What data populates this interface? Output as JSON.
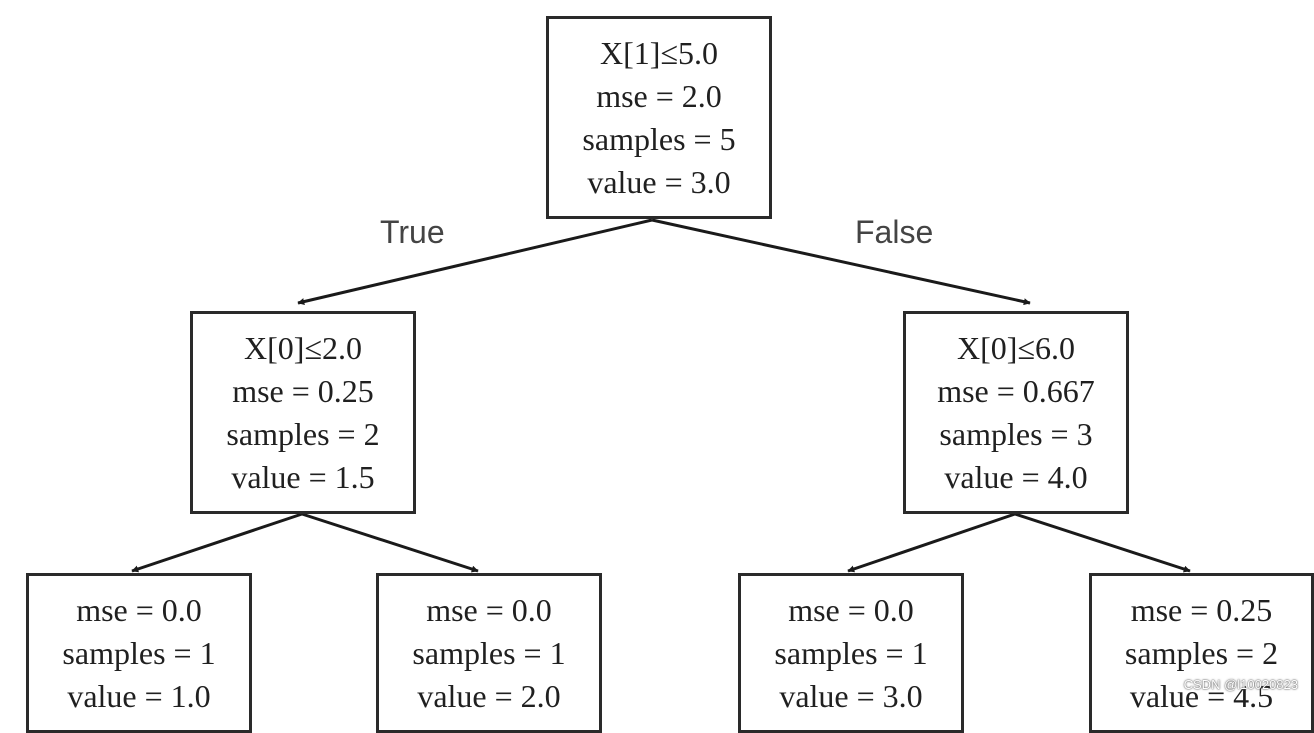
{
  "tree": {
    "root": {
      "lines": [
        "X[1]≤5.0",
        "mse = 2.0",
        "samples = 5",
        "value = 3.0"
      ]
    },
    "edge_labels": {
      "true": "True",
      "false": "False"
    },
    "left": {
      "lines": [
        "X[0]≤2.0",
        "mse = 0.25",
        "samples = 2",
        "value = 1.5"
      ]
    },
    "right": {
      "lines": [
        "X[0]≤6.0",
        "mse = 0.667",
        "samples = 3",
        "value = 4.0"
      ]
    },
    "leaf_ll": {
      "lines": [
        "mse = 0.0",
        "samples = 1",
        "value = 1.0"
      ]
    },
    "leaf_lr": {
      "lines": [
        "mse = 0.0",
        "samples = 1",
        "value = 2.0"
      ]
    },
    "leaf_rl": {
      "lines": [
        "mse = 0.0",
        "samples = 1",
        "value = 3.0"
      ]
    },
    "leaf_rr": {
      "lines": [
        "mse = 0.25",
        "samples = 2",
        "value = 4.5"
      ]
    }
  },
  "watermark": "CSDN @l10020823",
  "colors": {
    "stroke": "#2a2a2a",
    "text": "#202020",
    "label": "#444444"
  }
}
